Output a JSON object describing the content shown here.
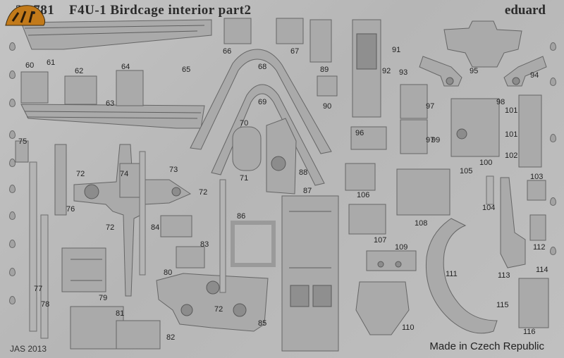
{
  "header": {
    "code": "32 781",
    "title": "F4U-1 Birdcage interior  part2",
    "brand": "eduard"
  },
  "footer": {
    "origin": "Made in Czech Republic",
    "stamp": "JAS 2013"
  },
  "part_numbers": [
    "60",
    "61",
    "62",
    "63",
    "64",
    "65",
    "66",
    "67",
    "68",
    "69",
    "70",
    "71",
    "72",
    "72",
    "72",
    "72",
    "73",
    "74",
    "75",
    "76",
    "77",
    "78",
    "79",
    "80",
    "81",
    "82",
    "83",
    "84",
    "85",
    "86",
    "87",
    "88",
    "89",
    "90",
    "91",
    "92",
    "93",
    "94",
    "95",
    "96",
    "97",
    "97",
    "98",
    "99",
    "100",
    "101",
    "101",
    "102",
    "103",
    "104",
    "105",
    "106",
    "107",
    "108",
    "109",
    "110",
    "111",
    "112",
    "113",
    "114",
    "115",
    "116"
  ],
  "colors": {
    "fret": "#bdbdbd",
    "part": "#a9a9a9",
    "outline": "#6f6f6f",
    "text": "#222222"
  }
}
